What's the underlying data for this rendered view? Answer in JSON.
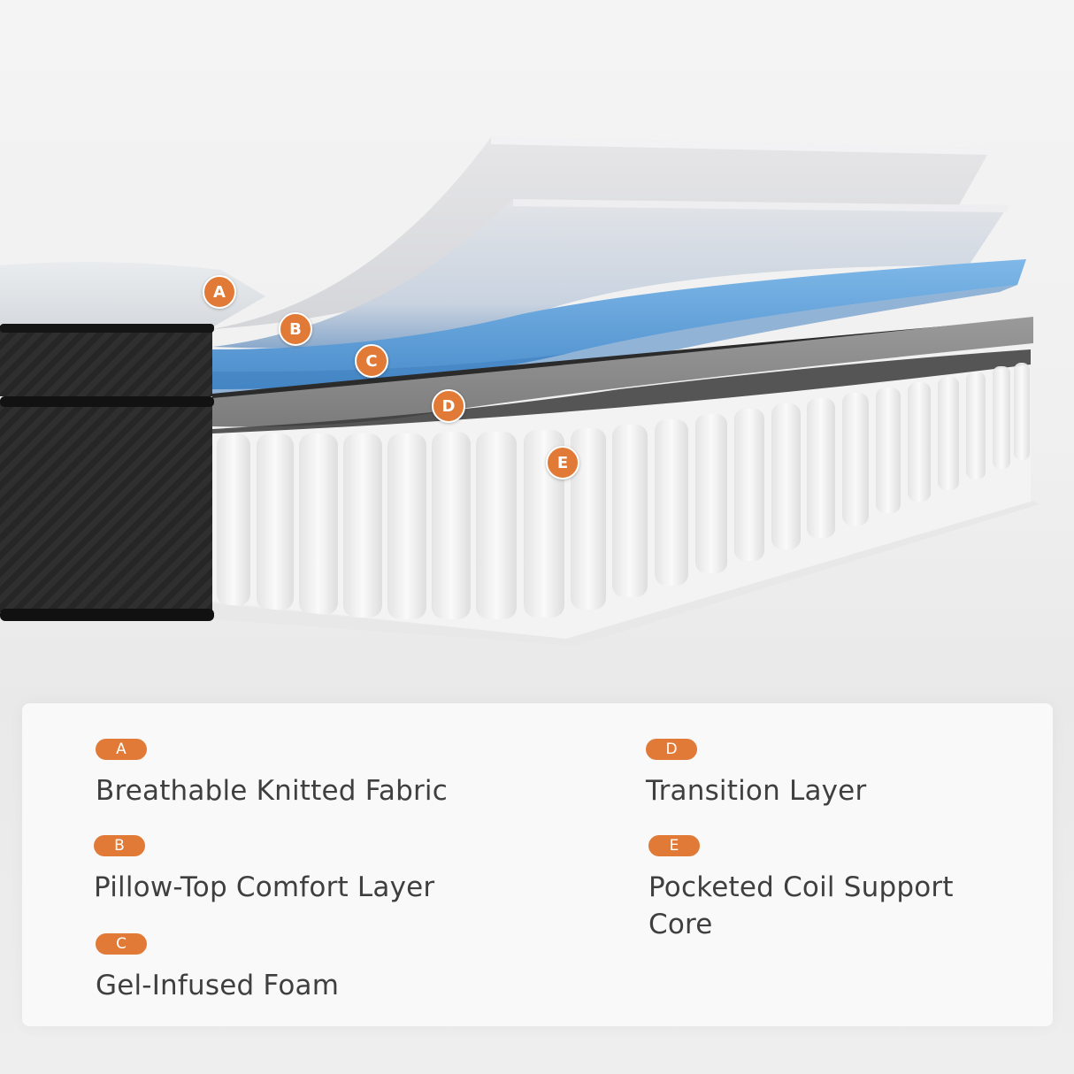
{
  "diagram": {
    "subject": "Mattress layer cross-section",
    "markers": [
      {
        "id": "A",
        "label": "A"
      },
      {
        "id": "B",
        "label": "B"
      },
      {
        "id": "C",
        "label": "C"
      },
      {
        "id": "D",
        "label": "D"
      },
      {
        "id": "E",
        "label": "E"
      }
    ]
  },
  "legend": {
    "items": [
      {
        "badge": "A",
        "label": "Breathable Knitted Fabric"
      },
      {
        "badge": "B",
        "label": "Pillow-Top Comfort Layer"
      },
      {
        "badge": "C",
        "label": "Gel-Infused Foam"
      },
      {
        "badge": "D",
        "label": "Transition Layer"
      },
      {
        "badge": "E",
        "label": "Pocketed Coil Support Core"
      }
    ]
  },
  "colors": {
    "accent": "#e07a36",
    "text": "#3f3f3f",
    "gel_foam": "#5a9fd8",
    "transition_foam": "#8a8a8a",
    "side_panel": "#242424"
  }
}
